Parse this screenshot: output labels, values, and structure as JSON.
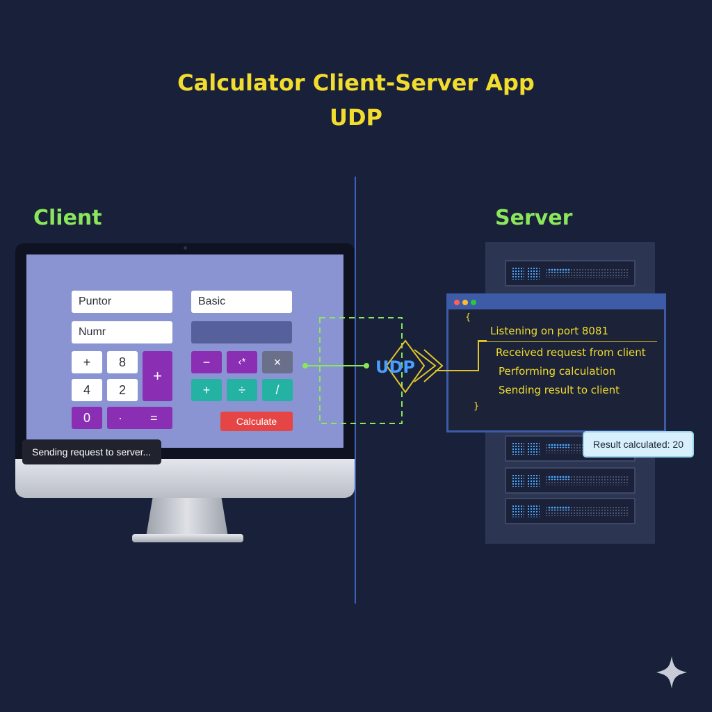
{
  "title": {
    "line1": "Calculator Client-Server App",
    "line2": "UDP"
  },
  "labels": {
    "client": "Client",
    "server": "Server"
  },
  "client_ui": {
    "field_mode": "Puntor",
    "field_number": "Numr",
    "field_type": "Basic",
    "field_display": "",
    "keys": {
      "plus_small": "+",
      "eight": "8",
      "four": "4",
      "two": "2",
      "plus_large": "+",
      "zero": "0",
      "dot": "·",
      "equals": "=",
      "minus": "−",
      "multiply": "‹*",
      "clear": "×",
      "plus_teal": "+",
      "divide": "÷",
      "slash": "/"
    },
    "calculate_label": "Calculate",
    "status_toast": "Sending request to server..."
  },
  "protocol_label": "UDP",
  "server_terminal": {
    "brace_open": "{",
    "lines": [
      "Listening on port 8081",
      "Received request from client",
      "Performing calculation",
      "Sending result to client"
    ],
    "brace_close": "}"
  },
  "result_badge": "Result calculated: 20",
  "colors": {
    "background": "#18203a",
    "title": "#f2dc2e",
    "section_label": "#8ae65a",
    "protocol": "#4a9eff",
    "terminal_text": "#f2dc2e",
    "flow_line": "#8ae65a"
  },
  "icons": [
    "sparkle-icon"
  ]
}
